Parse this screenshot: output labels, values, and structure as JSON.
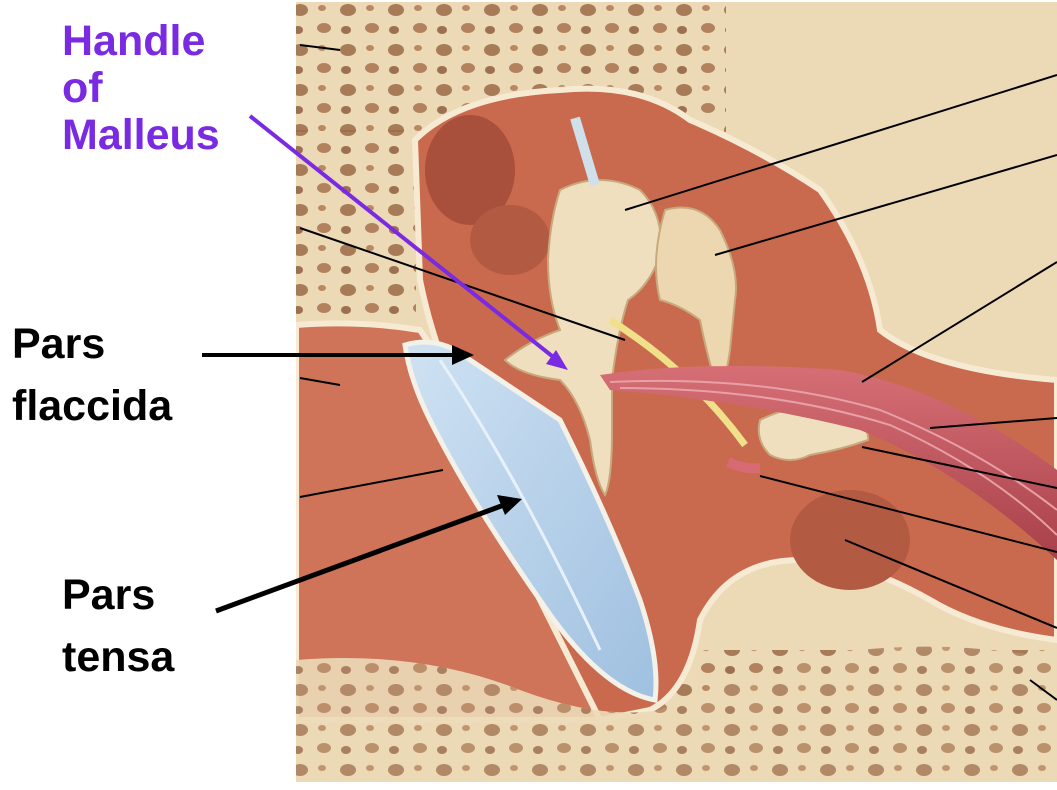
{
  "labels": {
    "handle_of_malleus": {
      "lines": [
        "Handle",
        "of",
        "Malleus"
      ],
      "color": "#7a2be2"
    },
    "pars_flaccida": {
      "lines": [
        "Pars",
        "flaccida"
      ],
      "color": "#000000"
    },
    "pars_tensa": {
      "lines": [
        "Pars",
        "tensa"
      ],
      "color": "#000000"
    }
  },
  "colors": {
    "bone": "#ecd9b6",
    "bone_holes": "#9c6a48",
    "cavity": "#c96a4e",
    "cavity_dark": "#a9503c",
    "membrane": "#b9d3ea",
    "ossicle": "#f0dfbe",
    "muscle": "#c0505a",
    "pointer_purple": "#7a2be2"
  }
}
